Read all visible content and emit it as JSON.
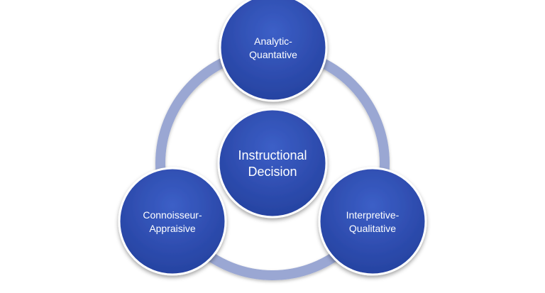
{
  "diagram": {
    "center": {
      "line1": "Instructional",
      "line2": "Decision"
    },
    "nodes": {
      "top": {
        "line1": "Analytic-",
        "line2": "Quantative"
      },
      "left": {
        "line1": "Connoisseur-",
        "line2": "Appraisive"
      },
      "right": {
        "line1": "Interpretive-",
        "line2": "Qualitative"
      }
    },
    "colors": {
      "node_fill": "#2f4fb4",
      "node_stroke": "#ffffff",
      "ring": "#9aa7d3"
    }
  }
}
